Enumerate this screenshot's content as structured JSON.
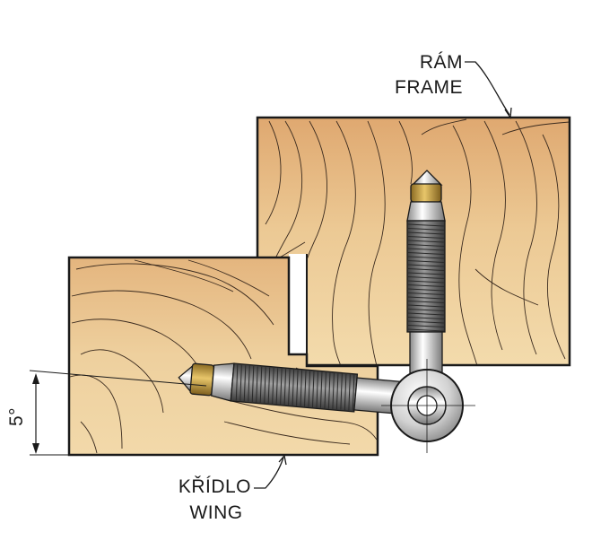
{
  "labels": {
    "frame_cz": "RÁM",
    "frame_en": "FRAME",
    "wing_cz": "KŘÍDLO",
    "wing_en": "WING",
    "angle": "5°"
  },
  "colors": {
    "wood_light": "#f0d8a8",
    "wood_mid": "#e9bf85",
    "wood_dark": "#dba06a",
    "grain": "#3a2a1e",
    "outline": "#1a1a1a",
    "thread": "#555555",
    "metal_light": "#f2f2f2",
    "brass": "#c9a24a"
  }
}
